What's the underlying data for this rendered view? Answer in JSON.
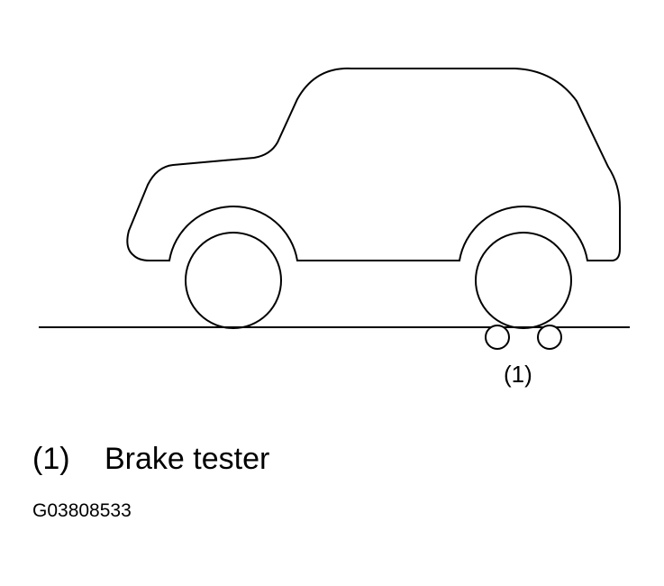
{
  "callout": {
    "number": "(1)"
  },
  "legend": {
    "items": [
      {
        "number": "(1)",
        "label": "Brake tester"
      }
    ]
  },
  "figure_id": "G03808533",
  "colors": {
    "line": "#000000",
    "background": "#ffffff"
  }
}
